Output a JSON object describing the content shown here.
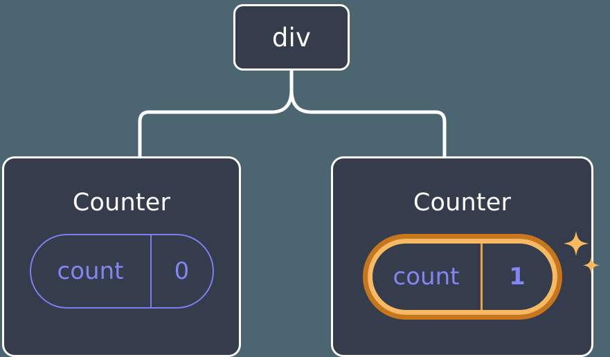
{
  "diagram": {
    "type": "component-tree",
    "background_color": "#4c6671",
    "node_fill_color": "#353c4b",
    "node_border_color": "#ffffff",
    "connector_color": "#ffffff",
    "state_color": "#8186f2",
    "highlight_outer_color": "#c8761b",
    "highlight_inner_color": "#f8b963",
    "sparkle_color": "#f8b963"
  },
  "root": {
    "label": "div"
  },
  "children": [
    {
      "title": "Counter",
      "state": {
        "key": "count",
        "value": "0"
      },
      "highlighted": false
    },
    {
      "title": "Counter",
      "state": {
        "key": "count",
        "value": "1"
      },
      "highlighted": true,
      "sparkle_icons": [
        "sparkle-large-icon",
        "sparkle-small-icon"
      ]
    }
  ]
}
